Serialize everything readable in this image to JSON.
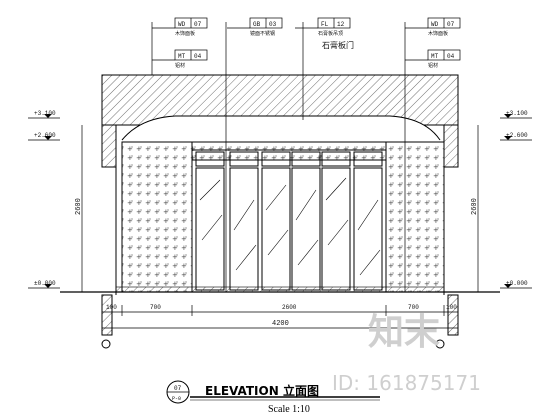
{
  "title": "ELEVATION 立面图",
  "scale": "Scale 1:10",
  "drawing_index": {
    "number": "07",
    "sheet": "P-0"
  },
  "callouts": [
    {
      "code": "WD",
      "num": "07",
      "note": "木饰面板"
    },
    {
      "code": "MT",
      "num": "04",
      "note": "铝材"
    },
    {
      "code": "GB",
      "num": "03",
      "note": "镜面不锈钢"
    },
    {
      "code": "FL",
      "num": "12",
      "note": "石膏板吊顶"
    },
    {
      "code": "WD",
      "num": "07",
      "note": "木饰面板"
    },
    {
      "code": "MT",
      "num": "04",
      "note": "铝材"
    }
  ],
  "center_note": "石膏板门",
  "levels_left": [
    "+3.100",
    "+2.600",
    "±0.000"
  ],
  "levels_right": [
    "+3.100",
    "+2.600",
    "±0.000"
  ],
  "dims_vertical_left": "2600",
  "dims_vertical_right": "2600",
  "dims_bottom": [
    "100",
    "700",
    "2600",
    "700",
    "100"
  ],
  "dims_total": "4200",
  "watermark": {
    "logo": "知末",
    "id": "ID: 161875171"
  }
}
